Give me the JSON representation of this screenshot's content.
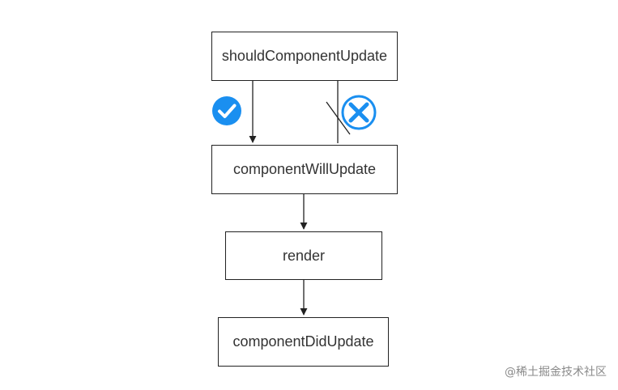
{
  "nodes": {
    "should_update": "shouldComponentUpdate",
    "will_update": "componentWillUpdate",
    "render": "render",
    "did_update": "componentDidUpdate"
  },
  "branches": {
    "yes_icon": "check-circle-icon",
    "no_icon": "cross-circle-icon",
    "yes_color": "#1a8ff0",
    "no_color": "#1a8ff0"
  },
  "watermark": "@稀土掘金技术社区"
}
